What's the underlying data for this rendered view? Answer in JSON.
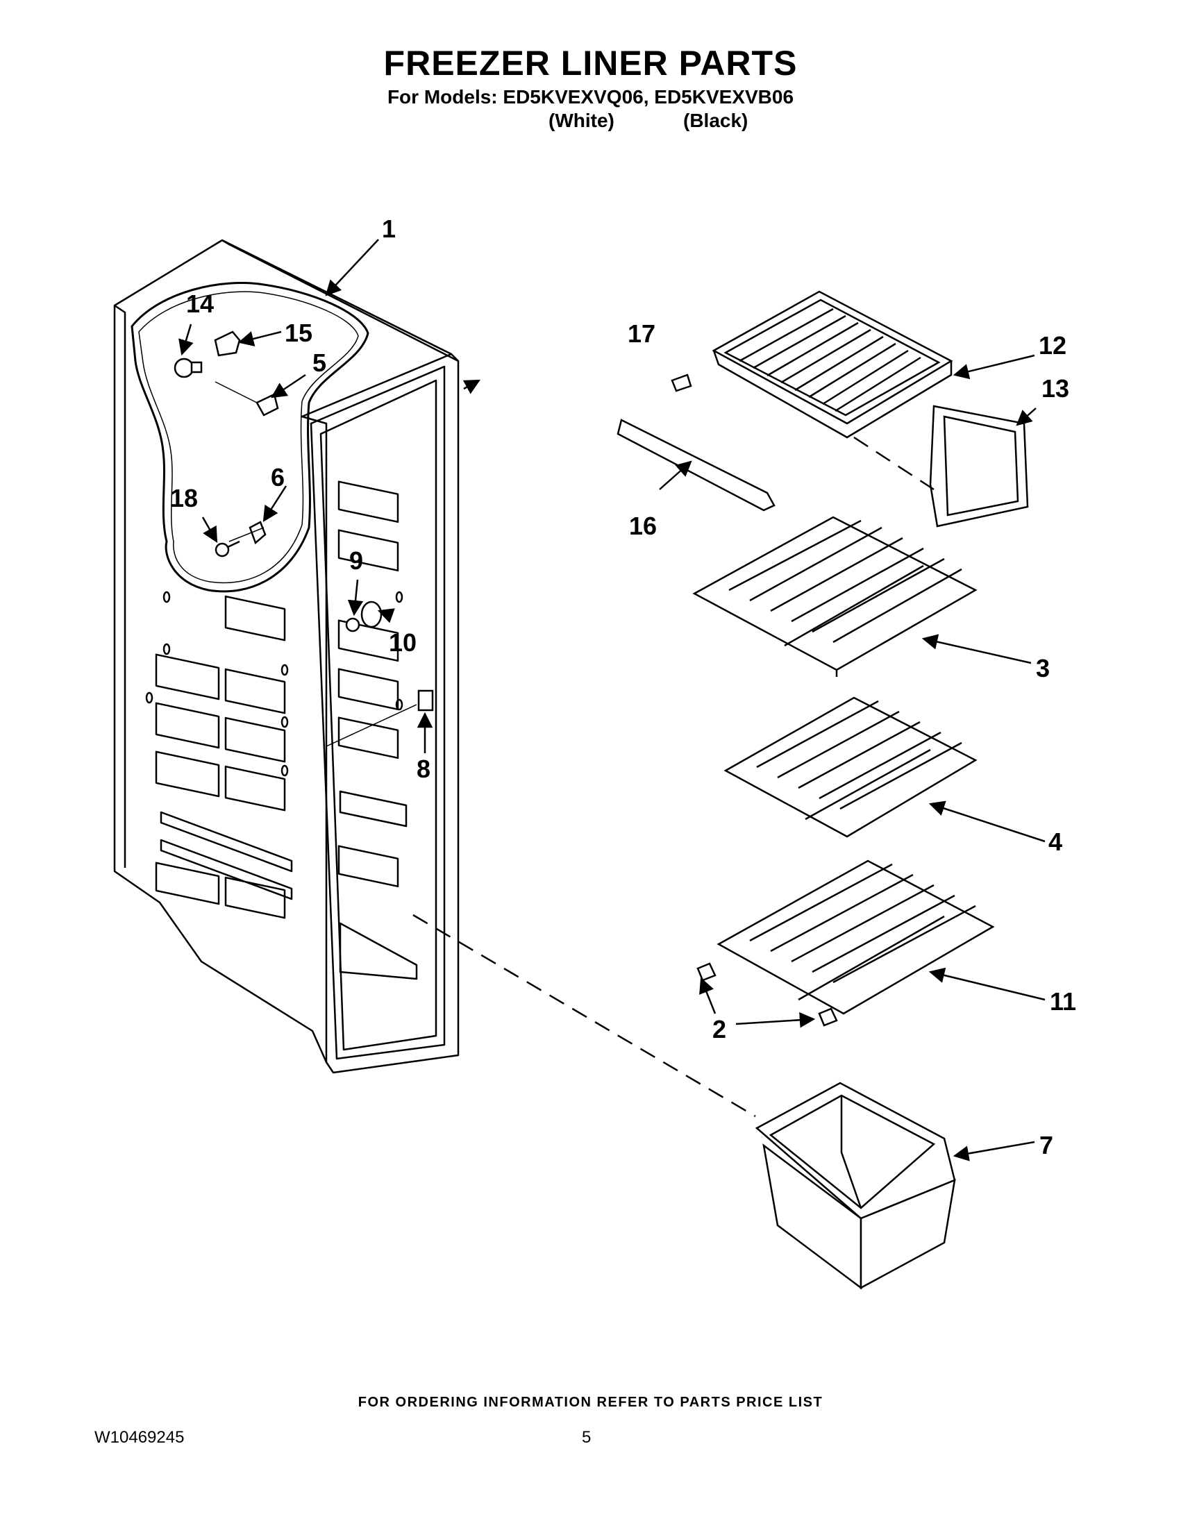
{
  "header": {
    "title": "FREEZER LINER PARTS",
    "models_line": "For Models: ED5KVEXVQ06, ED5KVEXVB06",
    "variant_white": "(White)",
    "variant_black": "(Black)"
  },
  "callouts": [
    "1",
    "2",
    "3",
    "4",
    "5",
    "6",
    "7",
    "8",
    "9",
    "10",
    "11",
    "12",
    "13",
    "14",
    "15",
    "16",
    "17",
    "18"
  ],
  "footer": {
    "ordering_note": "FOR ORDERING INFORMATION REFER TO PARTS PRICE LIST",
    "document_number": "W10469245",
    "page_number": "5"
  }
}
